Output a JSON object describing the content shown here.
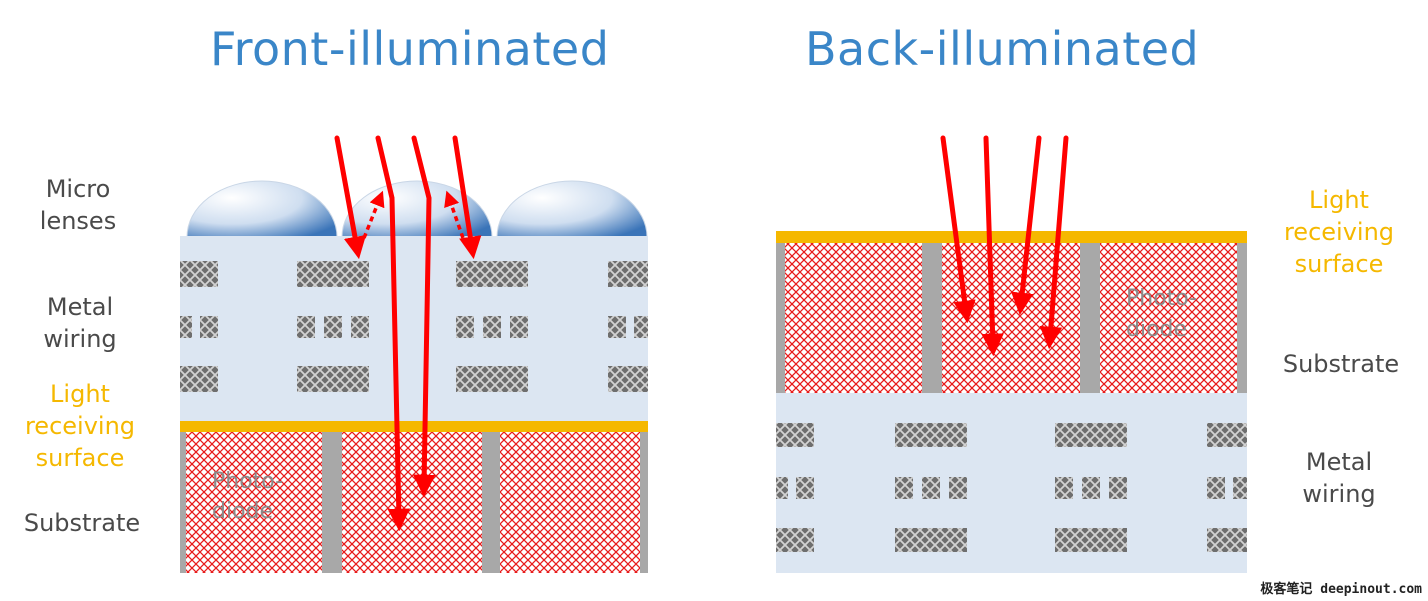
{
  "titles": {
    "front": "Front-illuminated",
    "back": "Back-illuminated"
  },
  "front_labels": {
    "micro_lenses": [
      "Micro",
      "lenses"
    ],
    "metal_wiring": [
      "Metal",
      "wiring"
    ],
    "light_receiving_surface": [
      "Light",
      "receiving",
      "surface"
    ],
    "substrate": "Substrate"
  },
  "back_labels": {
    "light_receiving_surface": [
      "Light",
      "receiving",
      "surface"
    ],
    "substrate": "Substrate",
    "metal_wiring": [
      "Metal",
      "wiring"
    ]
  },
  "photodiode": [
    "Photo-",
    "diode"
  ],
  "watermark": "极客笔记 deepinout.com",
  "colors": {
    "title": "#3a86c8",
    "label": "#4a4a4a",
    "accent": "#f5b800",
    "wiring_layer": "#dce6f2",
    "photodiode": "#e81a1a",
    "separator": "#a8a8a8",
    "ray": "#ff0000",
    "lens_edge": "#3a74b8"
  }
}
